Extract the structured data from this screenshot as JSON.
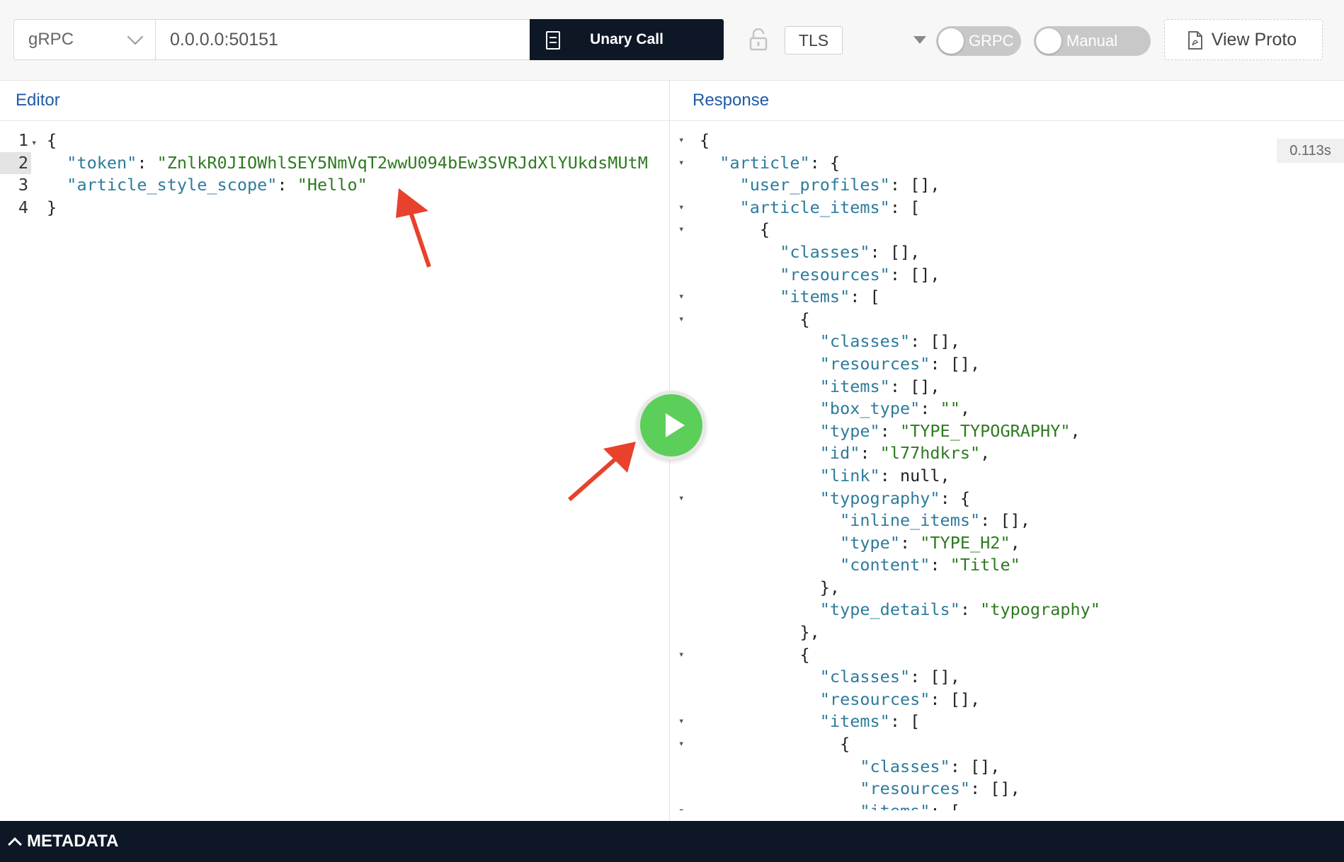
{
  "toolbar": {
    "protocol": "gRPC",
    "address": "0.0.0.0:50151",
    "call_type": "Unary Call",
    "tls_label": "TLS",
    "toggle_grpc": "GRPC",
    "toggle_manual": "Manual",
    "view_proto": "View Proto"
  },
  "editor": {
    "title": "Editor",
    "lines": [
      {
        "num": "1",
        "fold": "▾",
        "parts": [
          [
            "p",
            "{"
          ]
        ]
      },
      {
        "num": "2",
        "fold": "",
        "active": true,
        "parts": [
          [
            "p",
            "  "
          ],
          [
            "k",
            "\"token\""
          ],
          [
            "p",
            ": "
          ],
          [
            "s",
            "\"ZnlkR0JIOWhlSEY5NmVqT2wwU094bEw3SVRJdXlYUkdsMUtM"
          ]
        ]
      },
      {
        "num": "3",
        "fold": "",
        "parts": [
          [
            "p",
            "  "
          ],
          [
            "k",
            "\"article_style_scope\""
          ],
          [
            "p",
            ": "
          ],
          [
            "s",
            "\"Hello\""
          ]
        ]
      },
      {
        "num": "4",
        "fold": "",
        "parts": [
          [
            "p",
            "}"
          ]
        ]
      }
    ]
  },
  "response": {
    "title": "Response",
    "elapsed": "0.113s",
    "lines": [
      {
        "f": "▾",
        "t": [
          [
            "p",
            "{"
          ]
        ]
      },
      {
        "f": "▾",
        "t": [
          [
            "p",
            "  "
          ],
          [
            "k",
            "\"article\""
          ],
          [
            "p",
            ": {"
          ]
        ]
      },
      {
        "f": "",
        "t": [
          [
            "p",
            "    "
          ],
          [
            "k",
            "\"user_profiles\""
          ],
          [
            "p",
            ": [],"
          ]
        ]
      },
      {
        "f": "▾",
        "t": [
          [
            "p",
            "    "
          ],
          [
            "k",
            "\"article_items\""
          ],
          [
            "p",
            ": ["
          ]
        ]
      },
      {
        "f": "▾",
        "t": [
          [
            "p",
            "      {"
          ]
        ]
      },
      {
        "f": "",
        "t": [
          [
            "p",
            "        "
          ],
          [
            "k",
            "\"classes\""
          ],
          [
            "p",
            ": [],"
          ]
        ]
      },
      {
        "f": "",
        "t": [
          [
            "p",
            "        "
          ],
          [
            "k",
            "\"resources\""
          ],
          [
            "p",
            ": [],"
          ]
        ]
      },
      {
        "f": "▾",
        "t": [
          [
            "p",
            "        "
          ],
          [
            "k",
            "\"items\""
          ],
          [
            "p",
            ": ["
          ]
        ]
      },
      {
        "f": "▾",
        "t": [
          [
            "p",
            "          {"
          ]
        ]
      },
      {
        "f": "",
        "t": [
          [
            "p",
            "            "
          ],
          [
            "k",
            "\"classes\""
          ],
          [
            "p",
            ": [],"
          ]
        ]
      },
      {
        "f": "",
        "t": [
          [
            "p",
            "            "
          ],
          [
            "k",
            "\"resources\""
          ],
          [
            "p",
            ": [],"
          ]
        ]
      },
      {
        "f": "",
        "t": [
          [
            "p",
            "            "
          ],
          [
            "k",
            "\"items\""
          ],
          [
            "p",
            ": [],"
          ]
        ]
      },
      {
        "f": "",
        "t": [
          [
            "p",
            "            "
          ],
          [
            "k",
            "\"box_type\""
          ],
          [
            "p",
            ": "
          ],
          [
            "s",
            "\"\""
          ],
          [
            "p",
            ","
          ]
        ]
      },
      {
        "f": "",
        "t": [
          [
            "p",
            "            "
          ],
          [
            "k",
            "\"type\""
          ],
          [
            "p",
            ": "
          ],
          [
            "s",
            "\"TYPE_TYPOGRAPHY\""
          ],
          [
            "p",
            ","
          ]
        ]
      },
      {
        "f": "",
        "t": [
          [
            "p",
            "            "
          ],
          [
            "k",
            "\"id\""
          ],
          [
            "p",
            ": "
          ],
          [
            "s",
            "\"l77hdkrs\""
          ],
          [
            "p",
            ","
          ]
        ]
      },
      {
        "f": "",
        "t": [
          [
            "p",
            "            "
          ],
          [
            "k",
            "\"link\""
          ],
          [
            "p",
            ": null,"
          ]
        ]
      },
      {
        "f": "▾",
        "t": [
          [
            "p",
            "            "
          ],
          [
            "k",
            "\"typography\""
          ],
          [
            "p",
            ": {"
          ]
        ]
      },
      {
        "f": "",
        "t": [
          [
            "p",
            "              "
          ],
          [
            "k",
            "\"inline_items\""
          ],
          [
            "p",
            ": [],"
          ]
        ]
      },
      {
        "f": "",
        "t": [
          [
            "p",
            "              "
          ],
          [
            "k",
            "\"type\""
          ],
          [
            "p",
            ": "
          ],
          [
            "s",
            "\"TYPE_H2\""
          ],
          [
            "p",
            ","
          ]
        ]
      },
      {
        "f": "",
        "t": [
          [
            "p",
            "              "
          ],
          [
            "k",
            "\"content\""
          ],
          [
            "p",
            ": "
          ],
          [
            "s",
            "\"Title\""
          ]
        ]
      },
      {
        "f": "",
        "t": [
          [
            "p",
            "            },"
          ]
        ]
      },
      {
        "f": "",
        "t": [
          [
            "p",
            "            "
          ],
          [
            "k",
            "\"type_details\""
          ],
          [
            "p",
            ": "
          ],
          [
            "s",
            "\"typography\""
          ]
        ]
      },
      {
        "f": "",
        "t": [
          [
            "p",
            "          },"
          ]
        ]
      },
      {
        "f": "▾",
        "t": [
          [
            "p",
            "          {"
          ]
        ]
      },
      {
        "f": "",
        "t": [
          [
            "p",
            "            "
          ],
          [
            "k",
            "\"classes\""
          ],
          [
            "p",
            ": [],"
          ]
        ]
      },
      {
        "f": "",
        "t": [
          [
            "p",
            "            "
          ],
          [
            "k",
            "\"resources\""
          ],
          [
            "p",
            ": [],"
          ]
        ]
      },
      {
        "f": "▾",
        "t": [
          [
            "p",
            "            "
          ],
          [
            "k",
            "\"items\""
          ],
          [
            "p",
            ": ["
          ]
        ]
      },
      {
        "f": "▾",
        "t": [
          [
            "p",
            "              {"
          ]
        ]
      },
      {
        "f": "",
        "t": [
          [
            "p",
            "                "
          ],
          [
            "k",
            "\"classes\""
          ],
          [
            "p",
            ": [],"
          ]
        ]
      },
      {
        "f": "",
        "t": [
          [
            "p",
            "                "
          ],
          [
            "k",
            "\"resources\""
          ],
          [
            "p",
            ": [],"
          ]
        ]
      },
      {
        "f": "▾",
        "t": [
          [
            "p",
            "                "
          ],
          [
            "k",
            "\"items\""
          ],
          [
            "p",
            ": ["
          ]
        ]
      }
    ]
  },
  "metadata": {
    "label": "METADATA"
  },
  "colors": {
    "toolbar_dark": "#0e1726",
    "play_green": "#5ccf5a",
    "annotation_red": "#e8412c",
    "key": "#2e7b9c",
    "string": "#2d7a1f"
  }
}
